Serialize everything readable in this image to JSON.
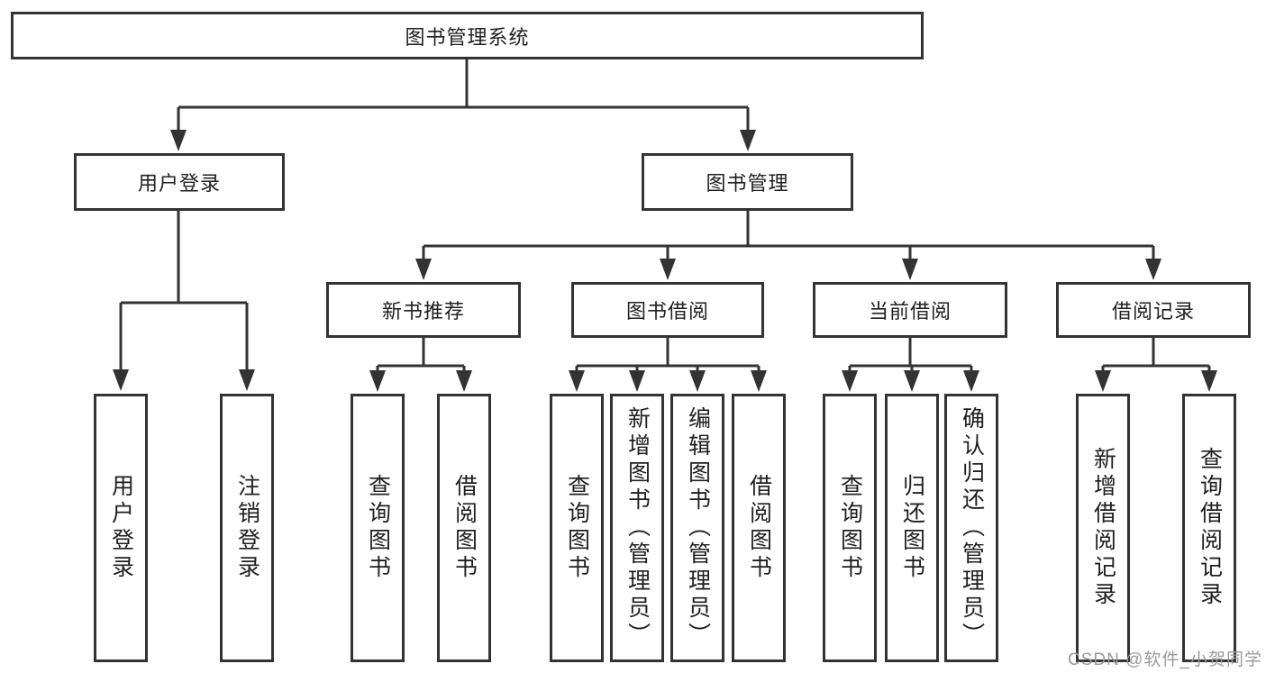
{
  "diagram": {
    "root": "图书管理系统",
    "branches": [
      {
        "label": "用户登录",
        "children": [
          "用户登录",
          "注销登录"
        ]
      },
      {
        "label": "图书管理",
        "sections": [
          {
            "label": "新书推荐",
            "children": [
              "查询图书",
              "借阅图书"
            ]
          },
          {
            "label": "图书借阅",
            "children": [
              "查询图书",
              "新增图书（管理员）",
              "编辑图书（管理员）",
              "借阅图书"
            ]
          },
          {
            "label": "当前借阅",
            "children": [
              "查询图书",
              "归还图书",
              "确认归还（管理员）"
            ]
          },
          {
            "label": "借阅记录",
            "children": [
              "新增借阅记录",
              "查询借阅记录"
            ]
          }
        ]
      }
    ]
  },
  "watermark": "CSDN @软件_小贺同学",
  "colors": {
    "line": "#333333",
    "box_background": "#ffffff",
    "text": "#1f1f1f",
    "watermark": "#9a9a9a"
  }
}
